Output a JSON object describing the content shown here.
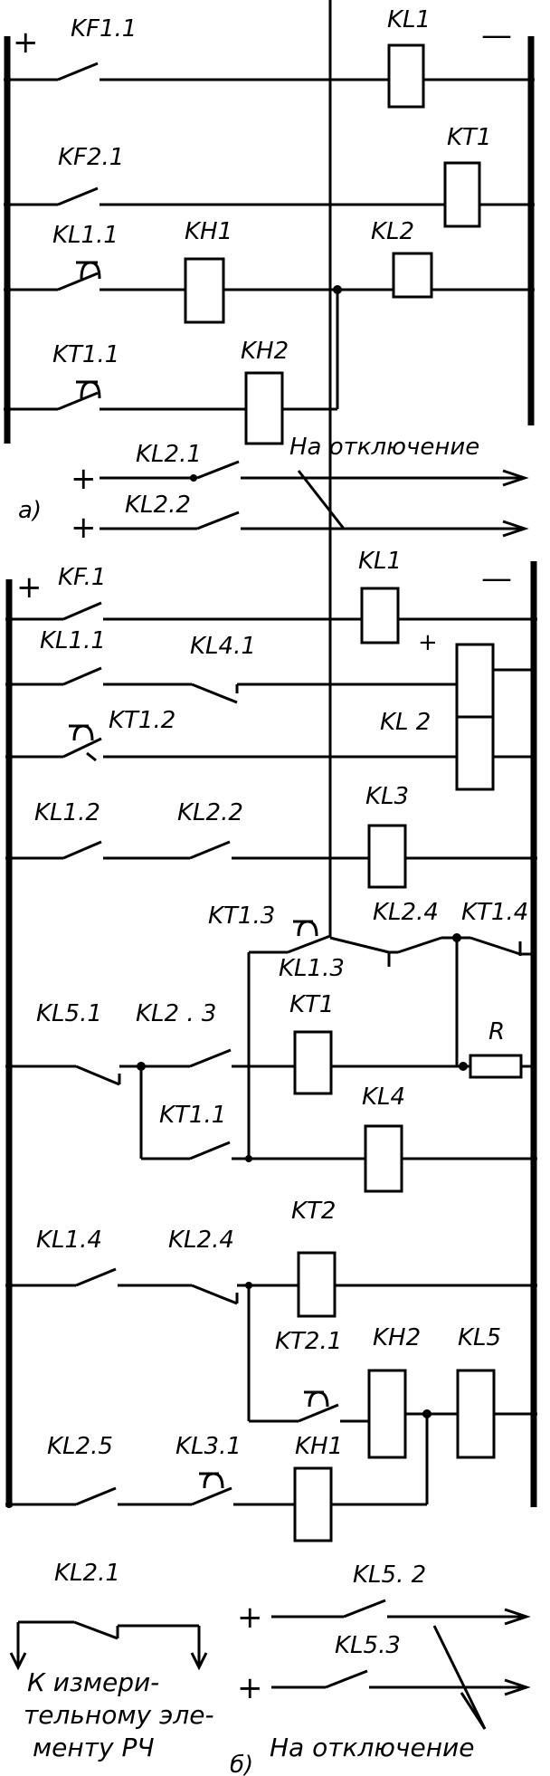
{
  "diagram_a": {
    "plus": "+",
    "minus": "—",
    "kf11": "KF1.1",
    "kl1": "KL1",
    "kf21": "KF2.1",
    "kt1": "KT1",
    "kl11": "KL1.1",
    "kh1": "KH1",
    "kl2": "KL2",
    "kt11": "KT1.1",
    "kh2": "KH2",
    "kl21": "KL2.1",
    "kl22": "KL2.2",
    "trip": "На отключение",
    "caption": "а)"
  },
  "diagram_b": {
    "plus": "+",
    "minus": "—",
    "kf1": "KF.1",
    "kl1": "KL1",
    "kl11": "KL1.1",
    "kl41": "KL4.1",
    "kt12": "KT1.2",
    "kl2": "KL 2",
    "kl12": "KL1.2",
    "kl22": "KL2.2",
    "kl3": "KL3",
    "kt13": "KT1.3",
    "kl24": "KL2.4",
    "kt14": "KT1.4",
    "kl13": "KL1.3",
    "kl51": "KL5.1",
    "kl23": "KL2 . 3",
    "kt1": "KT1",
    "r": "R",
    "kt11": "KT1.1",
    "kl4": "KL4",
    "kl14": "KL1.4",
    "kl24b": "KL2.4",
    "kt2": "KT2",
    "kt21": "KT2.1",
    "kh2": "KH2",
    "kl5": "KL5",
    "kl25": "KL2.5",
    "kl31": "KL3.1",
    "kh1": "KH1",
    "kl21": "KL2.1",
    "kl52": "KL5. 2",
    "kl53": "KL5.3",
    "meas1": "К измери-",
    "meas2": "тельному эле-",
    "meas3": "менту  РЧ",
    "trip": "На отключение",
    "caption": "б)"
  }
}
